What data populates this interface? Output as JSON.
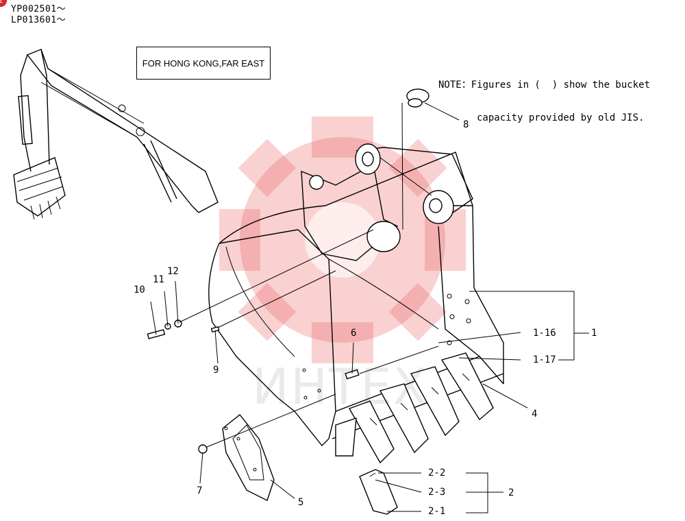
{
  "serials": [
    "YP002501～",
    "LP013601～"
  ],
  "badge": "2",
  "region_box": "FOR HONG KONG,FAR EAST",
  "note": {
    "line1": "NOTE：Figures in (  ) show the bucket",
    "line2": "capacity provided by old JIS."
  },
  "watermark": "ИНТЕХ",
  "callouts": {
    "c1": "1",
    "c1_16": "1-16",
    "c1_17": "1-17",
    "c2": "2",
    "c2_1": "2-1",
    "c2_2": "2-2",
    "c2_3": "2-3",
    "c4": "4",
    "c5": "5",
    "c6": "6",
    "c7": "7",
    "c8": "8",
    "c9": "9",
    "c10": "10",
    "c11": "11",
    "c12": "12"
  }
}
